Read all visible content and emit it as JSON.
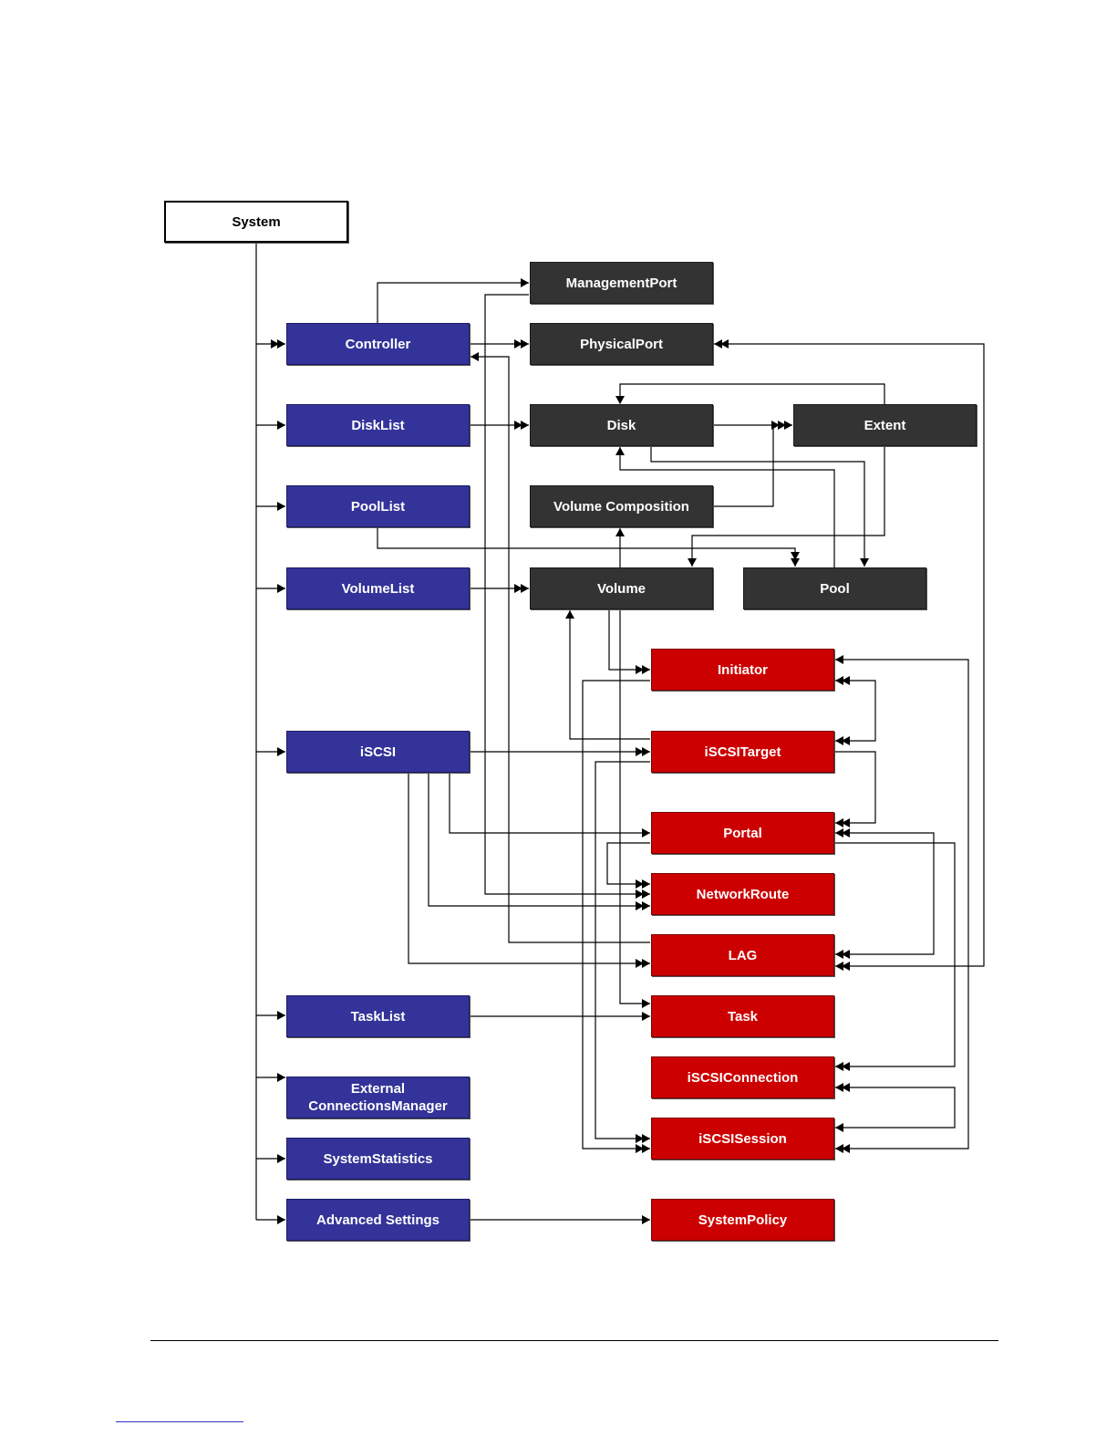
{
  "nodes": {
    "system": "System",
    "controller": "Controller",
    "disklist": "DiskList",
    "poollist": "PoolList",
    "volumelist": "VolumeList",
    "iscsi": "iSCSI",
    "tasklist": "TaskList",
    "extconn": "External\nConnectionsManager",
    "sysstats": "SystemStatistics",
    "advsettings": "Advanced Settings",
    "mgmtport": "ManagementPort",
    "physport": "PhysicalPort",
    "disk": "Disk",
    "extent": "Extent",
    "volcomp": "Volume Composition",
    "volume": "Volume",
    "pool": "Pool",
    "initiator": "Initiator",
    "iscsitarget": "iSCSITarget",
    "portal": "Portal",
    "netroute": "NetworkRoute",
    "lag": "LAG",
    "task": "Task",
    "iscsiconn": "iSCSIConnection",
    "iscsisession": "iSCSISession",
    "syspolicy": "SystemPolicy"
  },
  "colors": {
    "blue": "#333399",
    "dark": "#333333",
    "red": "#cc0000",
    "line": "#000000"
  }
}
